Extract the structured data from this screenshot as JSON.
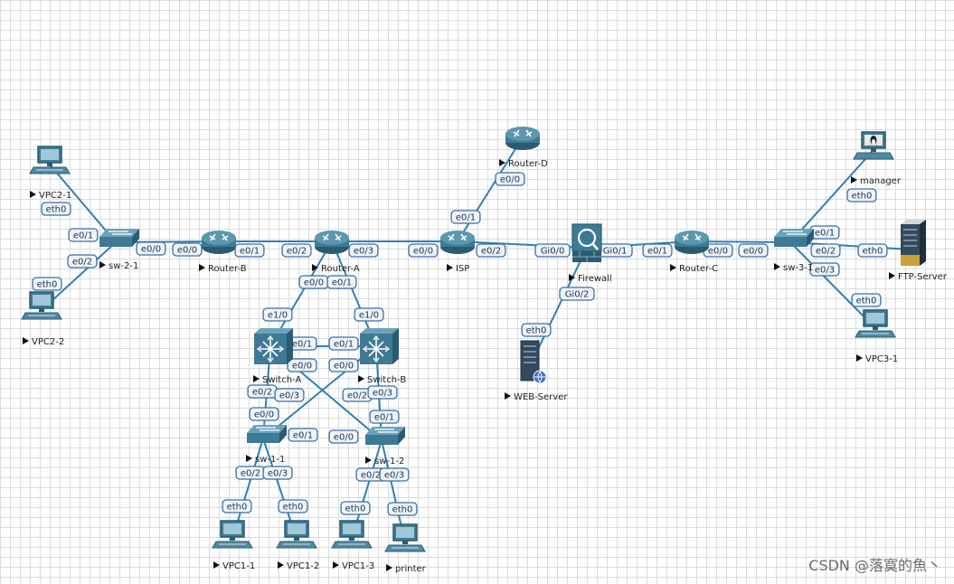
{
  "nodes": [
    {
      "id": "vpc2-1",
      "type": "pc",
      "label": "VPC2-1"
    },
    {
      "id": "vpc2-2",
      "type": "pc",
      "label": "VPC2-2"
    },
    {
      "id": "sw-2-1",
      "type": "switch",
      "label": "sw-2-1"
    },
    {
      "id": "router-b",
      "type": "router",
      "label": "Router-B"
    },
    {
      "id": "router-a",
      "type": "router",
      "label": "Router-A"
    },
    {
      "id": "isp",
      "type": "router",
      "label": "ISP"
    },
    {
      "id": "router-d",
      "type": "router",
      "label": "Router-D"
    },
    {
      "id": "firewall",
      "type": "firewall",
      "label": "Firewall"
    },
    {
      "id": "router-c",
      "type": "router",
      "label": "Router-C"
    },
    {
      "id": "sw-3-1",
      "type": "switch",
      "label": "sw-3-1"
    },
    {
      "id": "manager",
      "type": "pc-linux",
      "label": "manager"
    },
    {
      "id": "ftp-server",
      "type": "server",
      "label": "FTP-Server"
    },
    {
      "id": "vpc3-1",
      "type": "pc",
      "label": "VPC3-1"
    },
    {
      "id": "web-server",
      "type": "web-server",
      "label": "WEB-Server"
    },
    {
      "id": "switch-a",
      "type": "l3switch",
      "label": "Switch-A"
    },
    {
      "id": "switch-b",
      "type": "l3switch",
      "label": "Switch-B"
    },
    {
      "id": "sw-1-1",
      "type": "switch",
      "label": "sw-1-1"
    },
    {
      "id": "sw-1-2",
      "type": "switch",
      "label": "sw-1-2"
    },
    {
      "id": "vpc1-1",
      "type": "pc",
      "label": "VPC1-1"
    },
    {
      "id": "vpc1-2",
      "type": "pc",
      "label": "VPC1-2"
    },
    {
      "id": "vpc1-3",
      "type": "pc",
      "label": "VPC1-3"
    },
    {
      "id": "printer",
      "type": "pc",
      "label": "printer"
    }
  ],
  "links": [
    {
      "a": "vpc2-1",
      "a_port": "eth0",
      "b": "sw-2-1",
      "b_port": "e0/1"
    },
    {
      "a": "vpc2-2",
      "a_port": "eth0",
      "b": "sw-2-1",
      "b_port": "e0/2"
    },
    {
      "a": "sw-2-1",
      "a_port": "e0/0",
      "b": "router-b",
      "b_port": "e0/0"
    },
    {
      "a": "router-b",
      "a_port": "e0/1",
      "b": "router-a",
      "b_port": "e0/2"
    },
    {
      "a": "router-a",
      "a_port": "e0/3",
      "b": "isp",
      "b_port": "e0/0"
    },
    {
      "a": "isp",
      "a_port": "e0/1",
      "b": "router-d",
      "b_port": "e0/0"
    },
    {
      "a": "isp",
      "a_port": "e0/2",
      "b": "firewall",
      "b_port": "Gi0/0"
    },
    {
      "a": "firewall",
      "a_port": "Gi0/1",
      "b": "router-c",
      "b_port": "e0/1"
    },
    {
      "a": "firewall",
      "a_port": "Gi0/2",
      "b": "web-server",
      "b_port": "eth0"
    },
    {
      "a": "router-c",
      "a_port": "e0/0",
      "b": "sw-3-1",
      "b_port": "e0/0"
    },
    {
      "a": "sw-3-1",
      "a_port": "e0/1",
      "b": "manager",
      "b_port": "eth0"
    },
    {
      "a": "sw-3-1",
      "a_port": "e0/2",
      "b": "ftp-server",
      "b_port": "eth0"
    },
    {
      "a": "sw-3-1",
      "a_port": "e0/3",
      "b": "vpc3-1",
      "b_port": "eth0"
    },
    {
      "a": "router-a",
      "a_port": "e0/0",
      "b": "switch-a",
      "b_port": "e1/0"
    },
    {
      "a": "router-a",
      "a_port": "e0/1",
      "b": "switch-b",
      "b_port": "e1/0"
    },
    {
      "a": "switch-a",
      "a_port": "e0/1",
      "b": "switch-b",
      "b_port": "e0/1"
    },
    {
      "a": "switch-a",
      "a_port": "e0/0",
      "b": "switch-b",
      "b_port": "e0/0"
    },
    {
      "a": "switch-a",
      "a_port": "e0/2",
      "b": "sw-1-1",
      "b_port": "e0/0"
    },
    {
      "a": "switch-a",
      "a_port": "e0/3",
      "b": "sw-1-2",
      "b_port": "e0/0"
    },
    {
      "a": "switch-b",
      "a_port": "e0/2",
      "b": "sw-1-1",
      "b_port": "e0/1"
    },
    {
      "a": "switch-b",
      "a_port": "e0/3",
      "b": "sw-1-2",
      "b_port": "e0/1"
    },
    {
      "a": "sw-1-1",
      "a_port": "e0/2",
      "b": "vpc1-1",
      "b_port": "eth0"
    },
    {
      "a": "sw-1-1",
      "a_port": "e0/3",
      "b": "vpc1-2",
      "b_port": "eth0"
    },
    {
      "a": "sw-1-2",
      "a_port": "e0/2",
      "b": "vpc1-3",
      "b_port": "eth0"
    },
    {
      "a": "sw-1-2",
      "a_port": "e0/3",
      "b": "printer",
      "b_port": "eth0"
    }
  ],
  "watermark": "CSDN @落寞的魚丶",
  "colors": {
    "link": "#2f7fb5",
    "device": "#3f7a94",
    "device_dark": "#2b5b70",
    "port_fill": "#eef4fb",
    "port_border": "#3a6ea5"
  }
}
